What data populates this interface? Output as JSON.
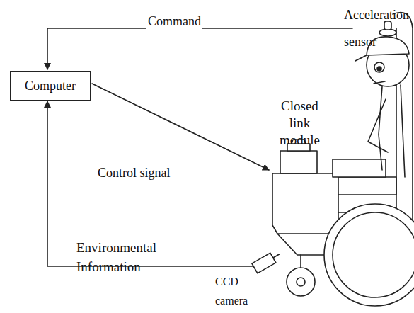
{
  "diagram": {
    "nodes": [
      {
        "text": [
          "Computer"
        ]
      }
    ],
    "labels": [
      "Command",
      "Acceleration sensor",
      "Closed link module",
      "Control signal",
      "Environmental Information",
      "CCD camera"
    ]
  }
}
